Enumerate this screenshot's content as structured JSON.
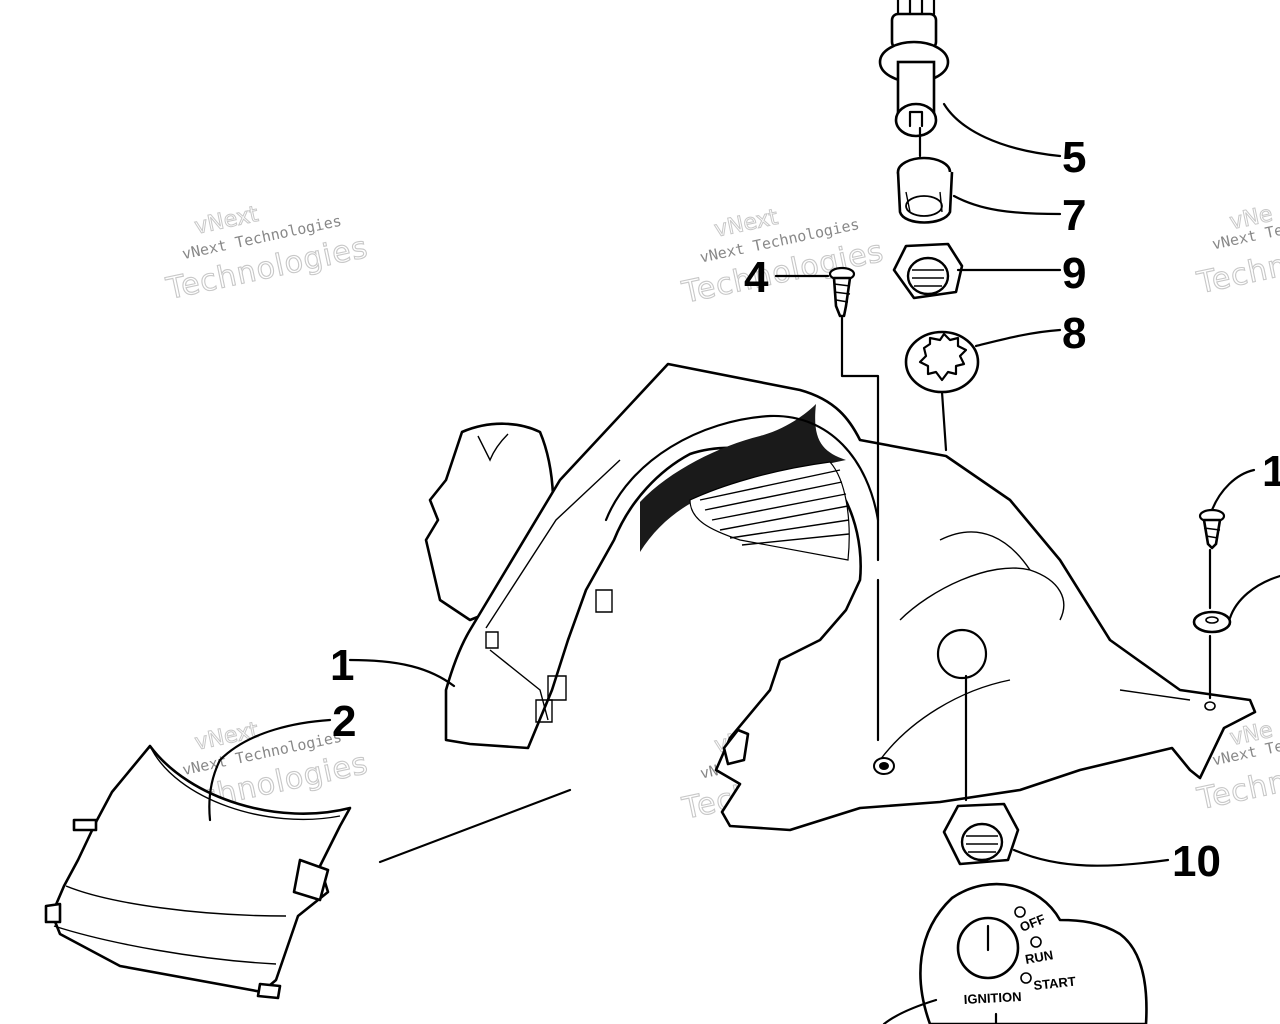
{
  "callouts": [
    {
      "id": "c1",
      "text": "1"
    },
    {
      "id": "c2",
      "text": "2"
    },
    {
      "id": "c4",
      "text": "4"
    },
    {
      "id": "c5",
      "text": "5"
    },
    {
      "id": "c7",
      "text": "7"
    },
    {
      "id": "c9",
      "text": "9"
    },
    {
      "id": "c8",
      "text": "8"
    },
    {
      "id": "c10",
      "text": "10"
    },
    {
      "id": "c1edge",
      "text": "1"
    }
  ],
  "ignition_panel": {
    "off": "OFF",
    "run": "RUN",
    "start": "START",
    "ignition": "IGNITION"
  },
  "watermark": {
    "company": "vNext Technologies",
    "brand_top": "vNext",
    "brand_bottom": "Technologies",
    "edge_top": "vNe",
    "edge_small": "vNext Te",
    "edge_bottom": "Techn"
  }
}
